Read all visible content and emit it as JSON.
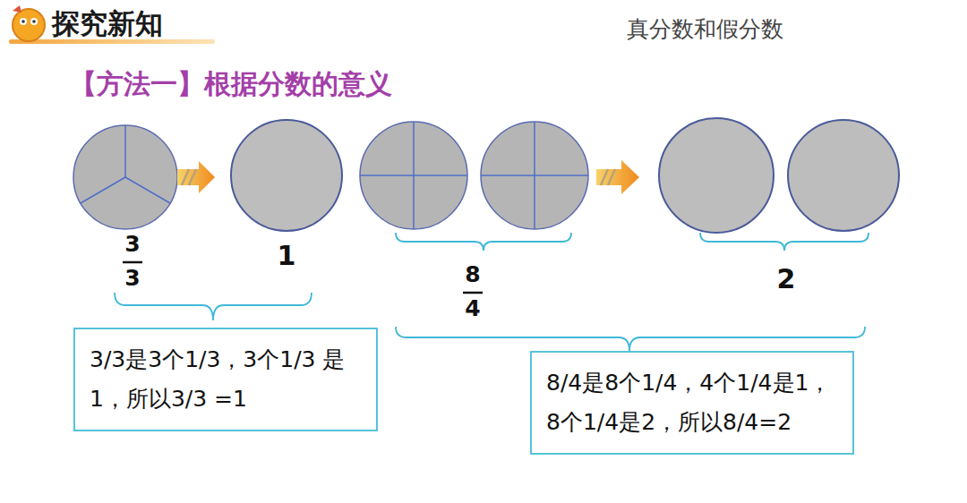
{
  "diagram": {
    "title": "探究新知",
    "nodes": [
      {
        "text": [
          "3/3是3个1/3，3个1/3 是1，所以3/3 =1"
        ]
      },
      {
        "text": [
          "8/4是8个1/4，4个1/4是1， 8个1/4是2，所以8/4=2"
        ]
      }
    ],
    "labels": [
      "真分数和假分数",
      "【方法一】根据分数的意义",
      "3",
      "3",
      "1",
      "8",
      "4",
      "2"
    ]
  }
}
